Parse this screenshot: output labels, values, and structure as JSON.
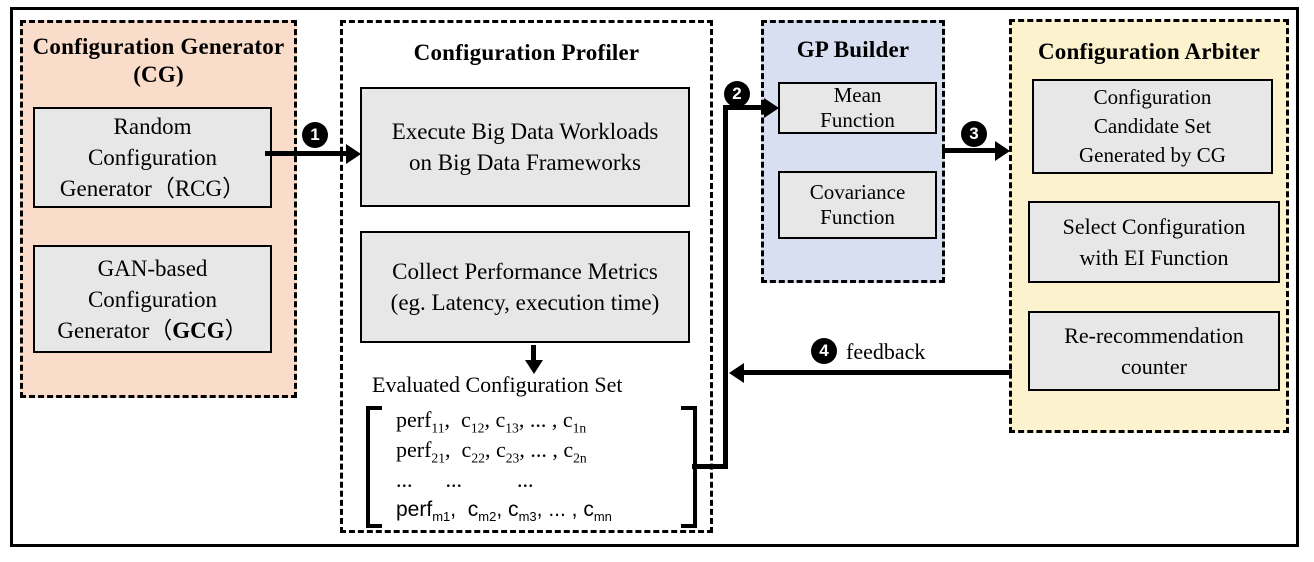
{
  "colors": {
    "cg_bg": "#F9DCC9",
    "gp_bg": "#D7DFF1",
    "arbiter_bg": "#FCF2CE",
    "box_bg": "#E7E7E7",
    "line": "#000000"
  },
  "cg": {
    "title1": "Configuration Generator",
    "title2": "(CG)",
    "rcg_lines": [
      "Random",
      "Configuration",
      "Generator（RCG）"
    ],
    "gcg_lines": [
      "GAN-based",
      "Configuration"
    ],
    "gcg_last": {
      "prefix": "Generator（",
      "bold": "GCG",
      "suffix": "）"
    }
  },
  "profiler": {
    "title": "Configuration Profiler",
    "execute_lines": [
      "Execute Big Data Workloads",
      "on Big Data Frameworks"
    ],
    "collect_lines": [
      "Collect Performance Metrics",
      "(eg. Latency, execution time)"
    ],
    "evaluated_label": "Evaluated Configuration Set",
    "matrix_rows": [
      {
        "font": "serif",
        "segs": [
          [
            "perf",
            "11"
          ],
          [
            ",  c",
            "12"
          ],
          [
            ", c",
            "13"
          ],
          [
            ", ... , c",
            "1n"
          ]
        ]
      },
      {
        "font": "serif",
        "segs": [
          [
            "perf",
            "21"
          ],
          [
            ",  c",
            "22"
          ],
          [
            ", c",
            "23"
          ],
          [
            ", ... , c",
            "2n"
          ]
        ]
      },
      {
        "font": "serif",
        "segs": [
          [
            "...      ...          ...",
            ""
          ]
        ]
      },
      {
        "font": "sans",
        "segs": [
          [
            "perf",
            "m1"
          ],
          [
            ",  c",
            "m2"
          ],
          [
            ", c",
            "m3"
          ],
          [
            ", ... , c",
            "mn"
          ]
        ]
      }
    ]
  },
  "gp": {
    "title": "GP Builder",
    "mean_lines": [
      "Mean",
      "Function"
    ],
    "cov_lines": [
      "Covariance",
      "Function"
    ]
  },
  "arbiter": {
    "title": "Configuration Arbiter",
    "candidate_lines": [
      "Configuration",
      "Candidate Set",
      "Generated by CG"
    ],
    "select_lines": [
      "Select Configuration",
      "with EI Function"
    ],
    "rerec_lines": [
      "Re-recommendation",
      "counter"
    ]
  },
  "steps": {
    "s1": "1",
    "s2": "2",
    "s3": "3",
    "s4": "4"
  },
  "labels": {
    "feedback": "feedback"
  }
}
